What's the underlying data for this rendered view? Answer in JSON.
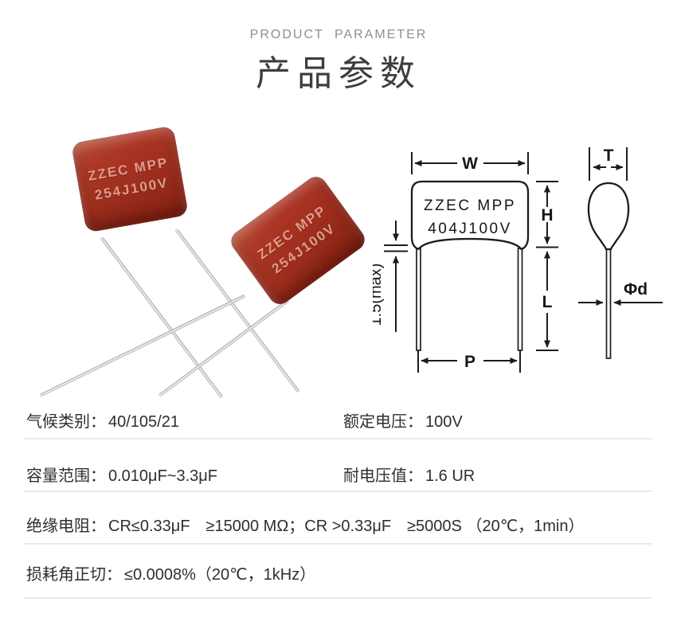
{
  "header": {
    "eyebrow": "PRODUCT PARAMETER",
    "title": "产品参数"
  },
  "photo": {
    "capacitor_front": {
      "line1": "ZZEC MPP",
      "line2": "254J100V"
    },
    "capacitor_back": {
      "line1": "ZZEC MPP",
      "line2": "254J100V"
    }
  },
  "diagram": {
    "body_label_line1": "ZZEC MPP",
    "body_label_line2": "404J100V",
    "dim_width": "W",
    "dim_height": "H",
    "dim_lead_length": "L",
    "dim_pitch": "P",
    "dim_standoff": "1.5(max)",
    "dim_thickness": "T",
    "dim_lead_diameter": "Φd"
  },
  "specs": {
    "rows": [
      {
        "cells": [
          {
            "label": "气候类别：",
            "value": "40/105/21"
          },
          {
            "label": "额定电压：",
            "value": "100V"
          }
        ]
      },
      {
        "cells": [
          {
            "label": "容量范围：",
            "value": "0.010μF~3.3μF"
          },
          {
            "label": "耐电压值：",
            "value": "1.6 UR"
          }
        ]
      },
      {
        "cells": [
          {
            "label": "绝缘电阻：",
            "value": "CR≤0.33μF　≥15000 MΩ；CR >0.33μF　≥5000S （20℃，1min）"
          }
        ]
      },
      {
        "cells": [
          {
            "label": "损耗角正切：",
            "value": "≤0.0008%（20℃，1kHz）"
          }
        ]
      }
    ]
  },
  "colors": {
    "capacitor_red": "#9e2e1e",
    "title_text": "#3d3d3d",
    "eyebrow_text": "#8f8f8f",
    "spec_text": "#2e2e2e",
    "divider": "#e9e9e9",
    "diagram_line": "#1c1c1c"
  }
}
